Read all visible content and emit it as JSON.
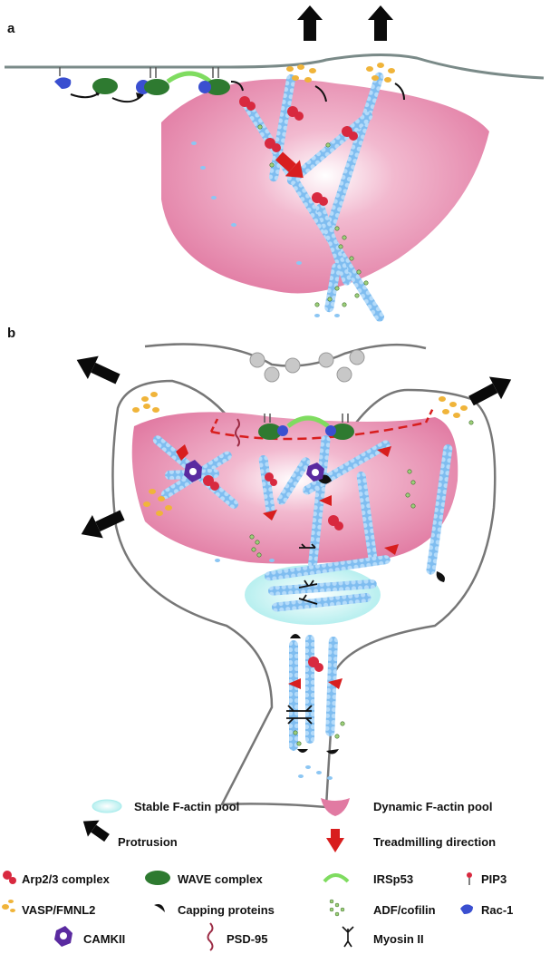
{
  "panels": {
    "a": "a",
    "b": "b"
  },
  "legend": {
    "stable_pool": "Stable F-actin pool",
    "dynamic_pool": "Dynamic F-actin pool",
    "protrusion": "Protrusion",
    "treadmilling": "Treadmilling direction",
    "arp23": "Arp2/3 complex",
    "wave": "WAVE complex",
    "irsp53": "IRSp53",
    "pip3": "PIP3",
    "vasp": "VASP/FMNL2",
    "capping": "Capping proteins",
    "adf": "ADF/cofilin",
    "rac1": "Rac-1",
    "camkii": "CAMKII",
    "psd95": "PSD-95",
    "myosin": "Myosin II"
  },
  "colors": {
    "dynamic_pool": "#e17aa2",
    "stable_pool": "#a9ecec",
    "actin": "#8cc6f3",
    "arrow": "#0a0a0a",
    "treadmill": "#d81e1e",
    "arp": "#d8293f",
    "wave": "#2e7a30",
    "camkii": "#5a2aa0",
    "rac1": "#3a4fd0",
    "vasp": "#f0b43a",
    "cofilin": "#9ed07a",
    "irsp53": "#7fdc60"
  }
}
